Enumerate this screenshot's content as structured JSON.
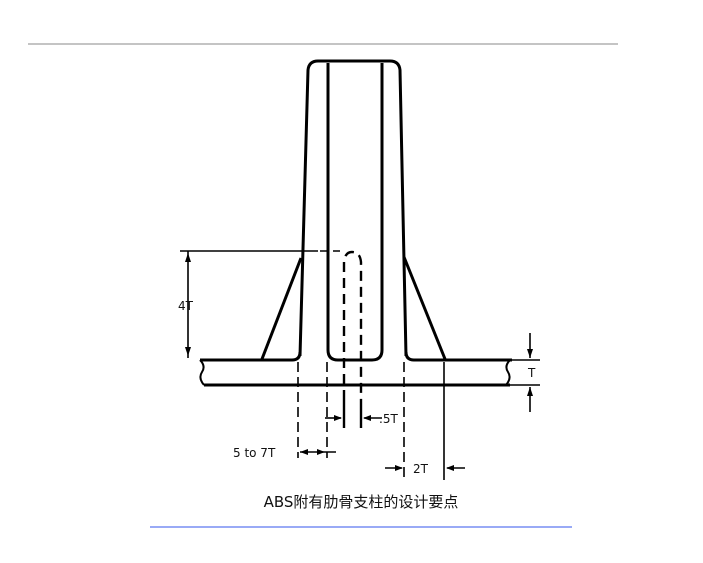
{
  "diagram": {
    "labels": {
      "height_gusset": "4T",
      "wall_thickness": "T",
      "core_gap": ".5T",
      "boss_wall": "5 to 7T",
      "gusset_base": "2T"
    },
    "caption": "ABS附有肋骨支柱的设计要点",
    "colors": {
      "top_rule": "#888888",
      "bottom_rule": "#3355ee",
      "ink": "#000000"
    }
  }
}
